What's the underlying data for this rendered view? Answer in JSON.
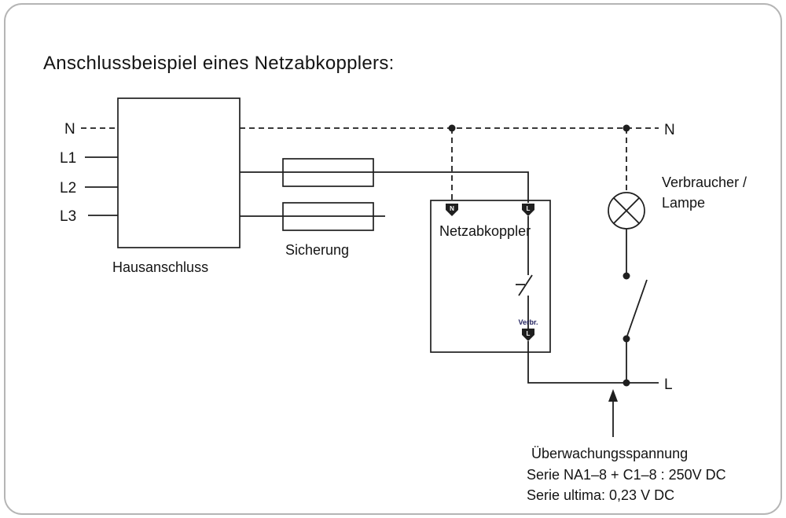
{
  "title": "Anschlussbeispiel eines Netzabkopplers:",
  "bus_labels": {
    "n_left": "N",
    "n_right": "N",
    "l_right": "L",
    "l1": "L1",
    "l2": "L2",
    "l3": "L3"
  },
  "components": {
    "hausanschluss": "Hausanschluss",
    "sicherung": "Sicherung",
    "netzabkoppler": "Netzabkoppler",
    "terminal_n_letter": "N",
    "terminal_l_letter": "L",
    "terminal_out_letter": "L",
    "verbr": "Verbr.",
    "verbraucher_line1": "Verbraucher /",
    "verbraucher_line2": "Lampe"
  },
  "annotation": {
    "line1": "Überwachungsspannung",
    "line2": "Serie NA1–8 + C1–8 :  250V DC",
    "line3": "Serie ultima: 0,23 V DC"
  },
  "colors": {
    "line": "#1f1f1f",
    "border": "#b5b5b5",
    "background": "#ffffff",
    "verbr_text": "#23235f"
  }
}
